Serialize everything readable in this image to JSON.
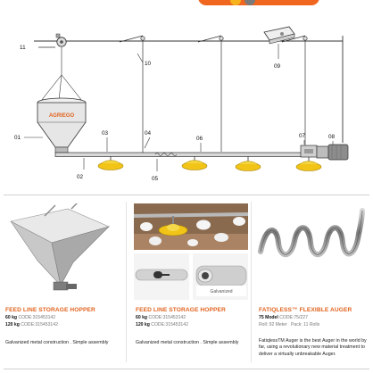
{
  "header": {
    "tab_icons": [
      "sun-badge-icon",
      "gear-badge-icon"
    ],
    "accent_color": "#f0661f"
  },
  "diagram": {
    "callouts": {
      "c01": "01",
      "c02": "02",
      "c03": "03",
      "c04": "04",
      "c05": "05",
      "c06": "06",
      "c07": "07",
      "c08": "08",
      "c09": "09",
      "c10": "10",
      "c11": "11"
    },
    "hopper_brand": "AGRIEGO",
    "parts": [
      "storage-hopper",
      "feed-tube",
      "feed-pan",
      "suspension-line",
      "winch",
      "control-unit",
      "drive-motor",
      "auger-coil"
    ],
    "pan_color": "#f2c417",
    "line_color": "#333333"
  },
  "products": [
    {
      "title": "FEED LINE STORAGE  HOPPER",
      "codes": [
        {
          "weight": "60 kg",
          "code": "CODE:315453142"
        },
        {
          "weight": "120 kg",
          "code": "CODE:315453142"
        }
      ],
      "description": "Galvanized metal construction . Simple assembly"
    },
    {
      "title": "FEED LINE STORAGE  HOPPER",
      "photo_label": "Galvanized",
      "codes": [
        {
          "weight": "60 kg",
          "code": "CODE:315453142"
        },
        {
          "weight": "120 kg",
          "code": "CODE:315453142"
        }
      ],
      "description": "Galvanized metal construction . Simple assembly"
    },
    {
      "title": "FATIQLESS™ FLEXIBLE AUGER",
      "model": "75 Model",
      "model_code": "CODE:75/227",
      "roll": "Roll: 92 Meter",
      "pack": "Pack: 11 Rolls",
      "description": "FatiqlessTM Auger is the best Auger in the world by far, using a revolutionary new material treatment to deliver a virtually unbreakable Auger."
    }
  ]
}
